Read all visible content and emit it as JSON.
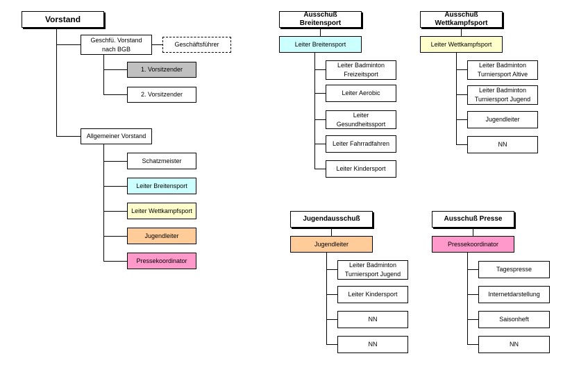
{
  "vorstand": {
    "title": "Vorstand",
    "geschaeftsf_vorstand": "Geschfü. Vorstand\nnach BGB",
    "geschaeftsfuehrer": "Geschäftsführer",
    "vorsitz1": "1. Vorsitzender",
    "vorsitz2": "2. Vorsitzender",
    "allgemein": "Allgemeiner Vorstand",
    "members": [
      "Schatzmeister",
      "Leiter Breitensport",
      "Leiter Wettkampfsport",
      "Jugendleiter",
      "Pressekoordinator"
    ]
  },
  "breitensport": {
    "title": "Ausschuß\nBreitensport",
    "leader": "Leiter Breitensport",
    "members": [
      "Leiter Badminton\nFreizeitsport",
      "Leiter Aerobic",
      "Leiter\nGesundheitssport",
      "Leiter Fahrradfahren",
      "Leiter Kindersport"
    ]
  },
  "wettkampfsport": {
    "title": "Ausschuß\nWettkampfsport",
    "leader": "Leiter Wettkampfsport",
    "members": [
      "Leiter Badminton\nTurniersport Altive",
      "Leiter Badminton\nTurniersport Jugend",
      "Jugendleiter",
      "NN"
    ]
  },
  "jugend": {
    "title": "Jugendausschuß",
    "leader": "Jugendleiter",
    "members": [
      "Leiter Badminton\nTurniersport Jugend",
      "Leiter Kindersport",
      "NN",
      "NN"
    ]
  },
  "presse": {
    "title": "Ausschuß Presse",
    "leader": "Pressekoordinator",
    "members": [
      "Tagespresse",
      "Internetdarstellung",
      "Saisonheft",
      "NN"
    ]
  },
  "colors": {
    "gray": "#c0c0c0",
    "cyan": "#ccffff",
    "yellow": "#ffffcc",
    "orange": "#ffcc99",
    "pink": "#ff99cc"
  }
}
